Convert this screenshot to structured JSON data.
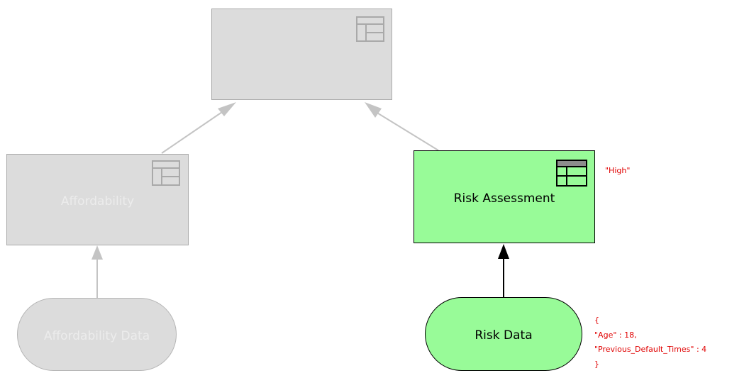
{
  "diagram": {
    "decisions": [
      {
        "id": "top",
        "label": "",
        "active": false
      },
      {
        "id": "affordability",
        "label": "Affordability",
        "active": false
      },
      {
        "id": "risk_assessment",
        "label": "Risk Assessment",
        "active": true
      }
    ],
    "inputs": [
      {
        "id": "affordability_data",
        "label": "Affordability Data",
        "active": false
      },
      {
        "id": "risk_data",
        "label": "Risk Data",
        "active": true
      }
    ],
    "annotations": {
      "risk_assessment_result": "\"High\"",
      "risk_data_json": [
        "{",
        "\"Age\" : 18,",
        "\"Previous_Default_Times\" : 4",
        "}"
      ]
    }
  },
  "colors": {
    "active_fill": "#98fb98",
    "inactive_fill": "#dcdcdc",
    "inactive_border": "#aaaaaa",
    "annotation": "#e00000"
  }
}
